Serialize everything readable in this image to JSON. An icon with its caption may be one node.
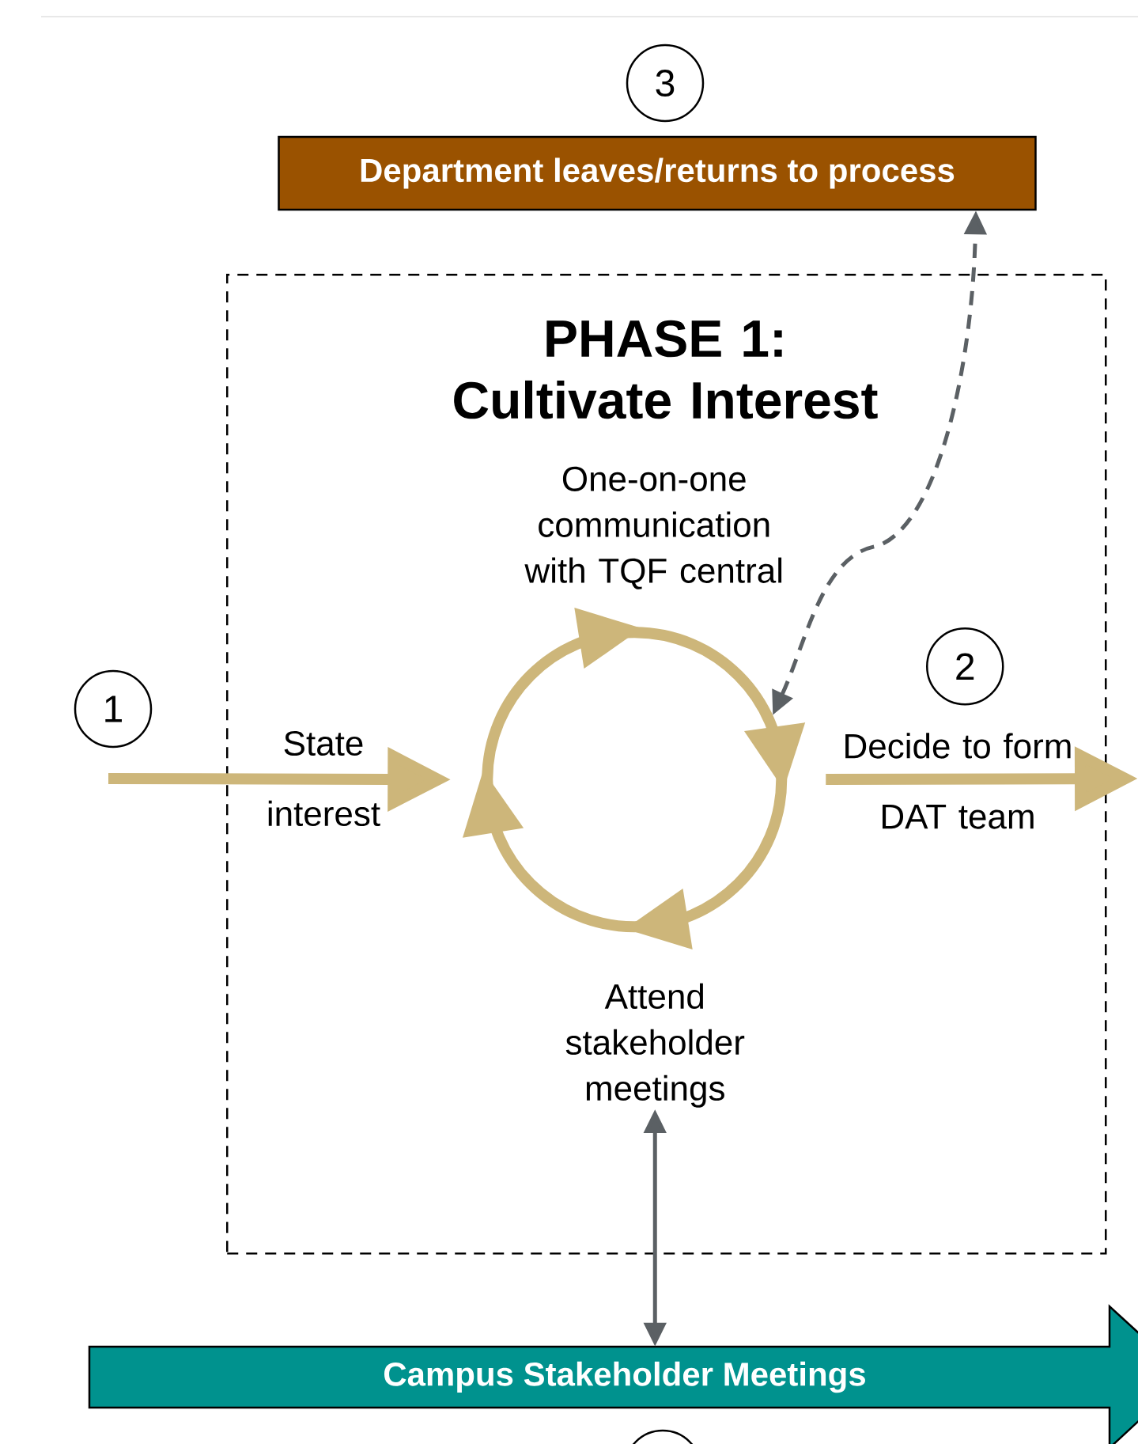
{
  "diagram": {
    "nodes": [
      {
        "text": [
          "Department leaves/returns to process"
        ]
      },
      {
        "text": [
          "PHASE 1: Cultivate Interest"
        ]
      },
      {
        "text": [],
        "shape": "circle",
        "in": 1,
        "beside": [
          "One-on-one communication with TQF central"
        ]
      },
      {
        "text": [
          "Attend stakeholder meetings"
        ],
        "in": 1
      },
      {
        "text": [
          "Campus Stakeholder Meetings"
        ]
      },
      {
        "text": [],
        "shape": "circle"
      },
      {
        "text": [
          "3"
        ]
      },
      {
        "text": [
          "2"
        ],
        "in": 1
      },
      {
        "text": [
          "1"
        ]
      }
    ],
    "edges": [
      {
        "from": null,
        "to": 2,
        "arrow": "to",
        "label": "State interest",
        "style": "thick",
        "color": "#cdb67a"
      },
      {
        "from": 2,
        "to": null,
        "arrow": "to",
        "label": "Decide to form DAT team",
        "style": "thick",
        "color": "#cdb67a"
      },
      {
        "from": 2,
        "to": 0,
        "arrow": "both",
        "style": "dashed",
        "color": "#5b6064"
      },
      {
        "from": 3,
        "to": 4,
        "arrow": "both",
        "color": "#5b6064"
      }
    ]
  }
}
